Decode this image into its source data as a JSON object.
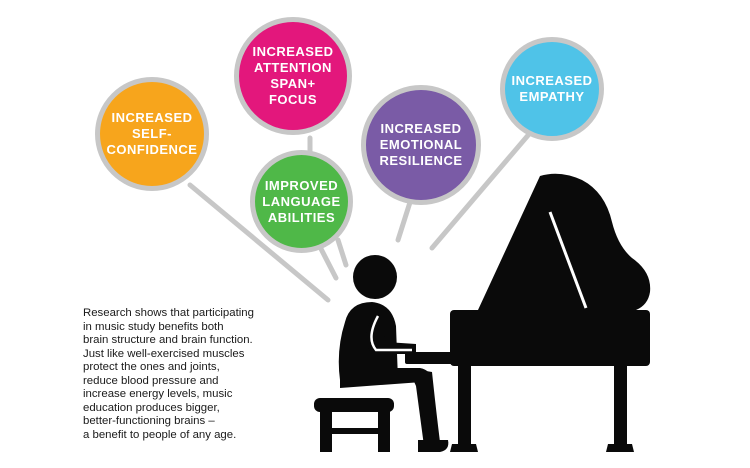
{
  "bubbles": [
    {
      "id": "self-confidence",
      "label": "INCREASED\nSELF-\nCONFIDENCE",
      "color": "#f7a51c"
    },
    {
      "id": "attention",
      "label": "INCREASED\nATTENTION\nSPAN+\nFOCUS",
      "color": "#e3177c"
    },
    {
      "id": "language",
      "label": "IMPROVED\nLANGUAGE\nABILITIES",
      "color": "#4fb848"
    },
    {
      "id": "emotional",
      "label": "INCREASED\nEMOTIONAL\nRESILIENCE",
      "color": "#7a5ba6"
    },
    {
      "id": "empathy",
      "label": "INCREASED\nEMPATHY",
      "color": "#4fc3e8"
    }
  ],
  "caption": "Research shows that participating\nin music study benefits both\nbrain structure and brain function.\nJust like well-exercised muscles\nprotect the ones and joints,\nreduce blood pressure and\nincrease energy levels, music\neducation produces bigger,\nbetter-functioning brains –\na benefit to people of any age.",
  "colors": {
    "silhouette": "#0a0a0a",
    "pointer": "#c7c7c7"
  }
}
